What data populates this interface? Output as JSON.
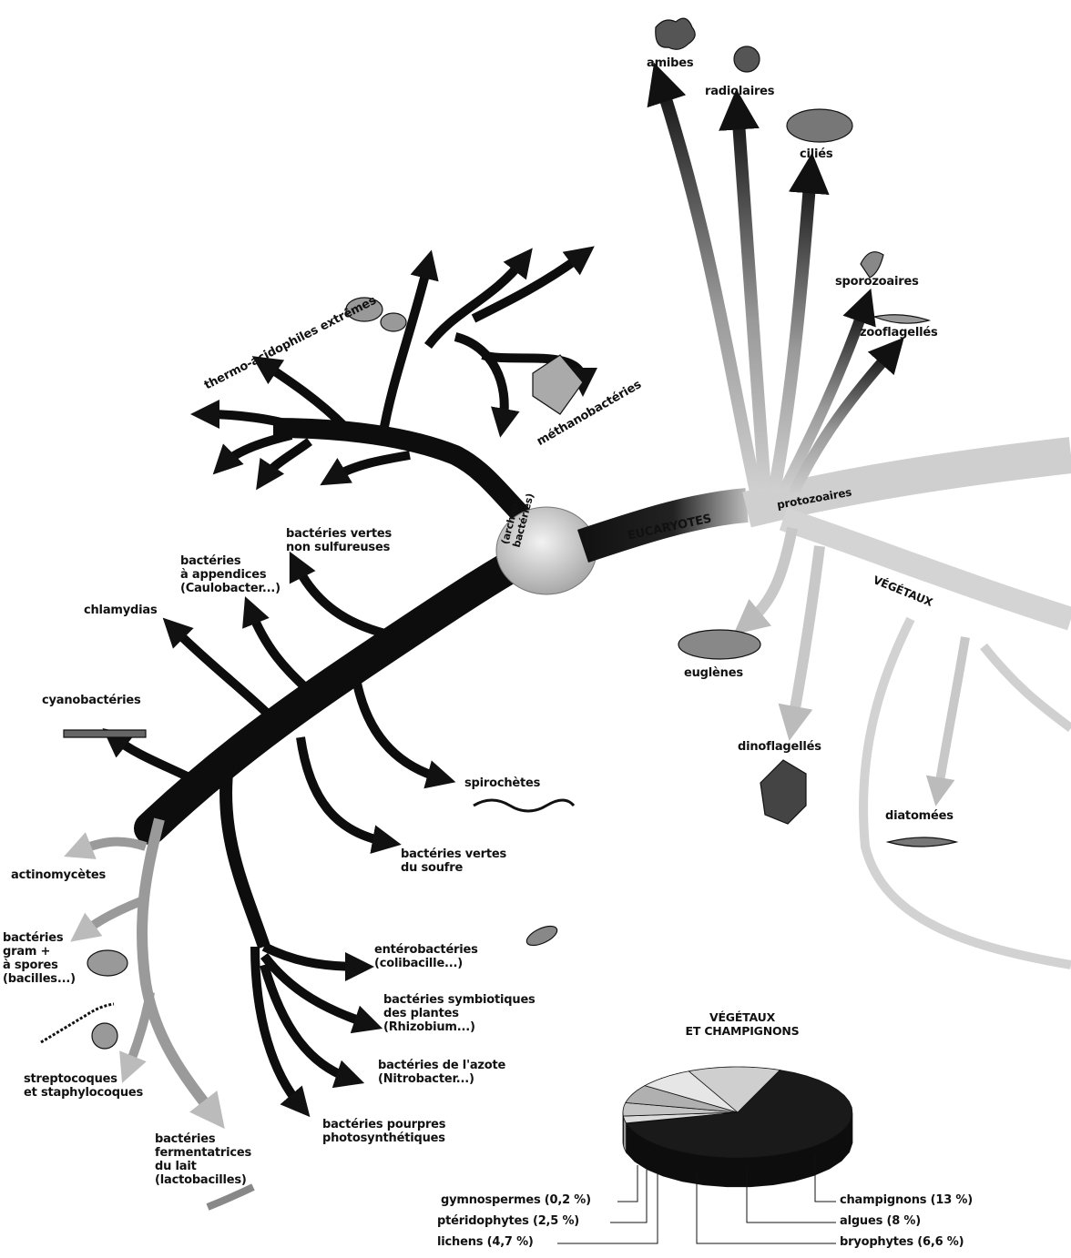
{
  "branches": {
    "archaebacteria": "(archéo-\nbactéries)",
    "eukaryotes": "EUCARYOTES",
    "protozoa": "protozoaires",
    "plants": "VÉGÉTAUX"
  },
  "labels": {
    "thermo": "thermo-acidophiles extrêmes",
    "methano": "méthanobactéries",
    "amibes": "amibes",
    "radiolaires": "radiolaires",
    "cilies": "ciliés",
    "sporozoaires": "sporozoaires",
    "zooflagelles": "zooflagellés",
    "vertes_non_soufre": "bactéries vertes\nnon sulfureuses",
    "appendices": "bactéries\nà appendices\n(Caulobacter...)",
    "chlamydias": "chlamydias",
    "cyanobacteries": "cyanobactéries",
    "euglenes": "euglènes",
    "dinoflagelles": "dinoflagellés",
    "spirochetes": "spirochètes",
    "diatomees": "diatomées",
    "vertes_soufre": "bactéries vertes\ndu soufre",
    "actinomycetes": "actinomycètes",
    "gram": "bactéries\ngram +\nà spores\n(bacilles...)",
    "enterobacteries": "entérobactéries\n(colibacille...)",
    "symbiotiques": "bactéries symbiotiques\ndes plantes\n(Rhizobium...)",
    "azote": "bactéries de l'azote\n(Nitrobacter...)",
    "strepto": "streptocoques\net staphylocoques",
    "pourpres": "bactéries pourpres\nphotosynthétiques",
    "lactiques": "bactéries\nfermentatrices\ndu lait\n(lactobacilles)"
  },
  "pie": {
    "title": "VÉGÉTAUX\nET CHAMPIGNONS",
    "legend": [
      "gymnospermes (0,2 %)",
      "ptéridophytes (2,5 %)",
      "lichens (4,7 %)",
      "champignons (13 %)",
      "algues (8 %)",
      "bryophytes (6,6 %)"
    ]
  },
  "chart_data": {
    "type": "pie",
    "title": "VÉGÉTAUX\nET CHAMPIGNONS",
    "categories": [
      "gymnospermes",
      "ptéridophytes",
      "lichens",
      "bryophytes",
      "algues",
      "champignons",
      ""
    ],
    "values": [
      0.2,
      2.5,
      4.7,
      6.6,
      8,
      13,
      65
    ],
    "units": "%"
  },
  "colors": {
    "bacteria": "#0d0d0d",
    "eukaryote_light": "#d6d6d6",
    "eukaryote_dark": "#2a2a2a",
    "background": "#ffffff"
  }
}
